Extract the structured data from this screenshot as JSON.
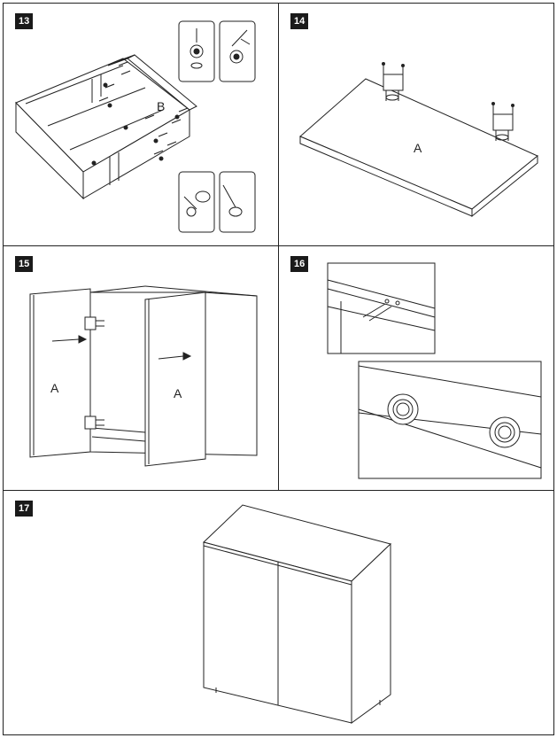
{
  "steps": [
    {
      "number": "13",
      "label": "B"
    },
    {
      "number": "14",
      "label": "A"
    },
    {
      "number": "15",
      "label_left": "A",
      "label_right": "A"
    },
    {
      "number": "16"
    },
    {
      "number": "17"
    }
  ]
}
